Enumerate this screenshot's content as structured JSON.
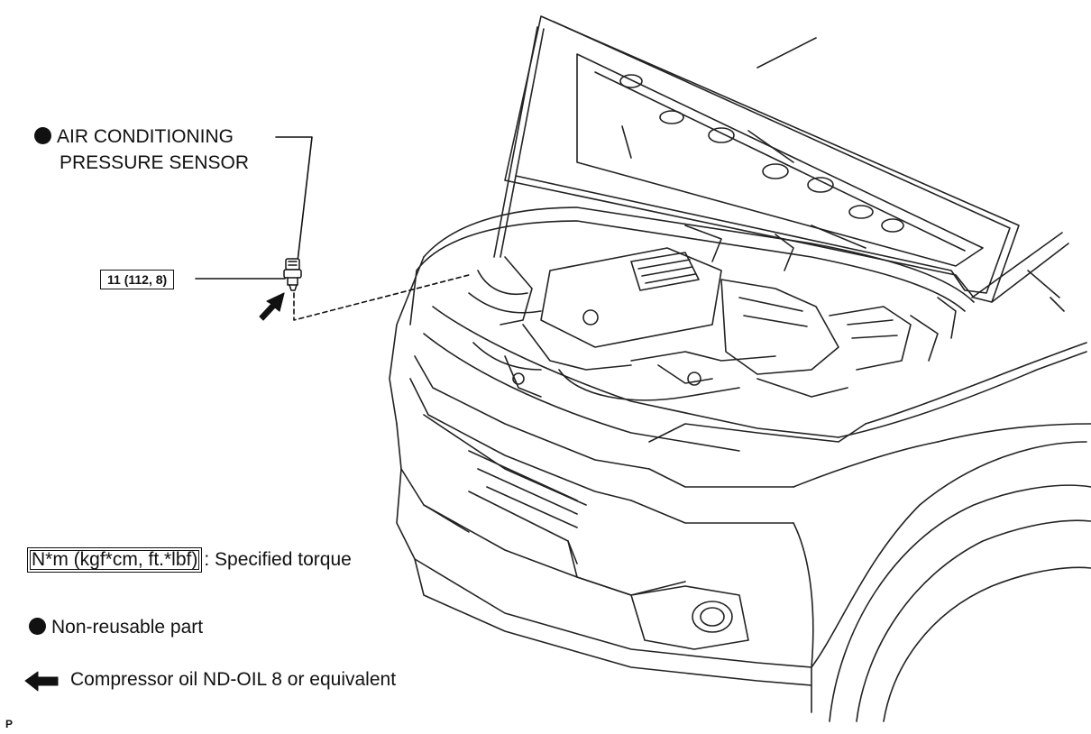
{
  "callouts": {
    "sensor_line1": "AIR CONDITIONING",
    "sensor_line2": "PRESSURE SENSOR",
    "torque_value": "11 (112, 8)"
  },
  "legend": {
    "torque_box": "N*m (kgf*cm, ft.*lbf)",
    "torque_desc": ": Specified torque",
    "nonreusable": "Non-reusable part",
    "oil": "Compressor oil ND-OIL 8 or equivalent"
  },
  "footer": {
    "letter": "P"
  },
  "icons": {
    "nonreusable_marker": "filled-circle-icon",
    "oil_marker": "arrow-left-icon",
    "oil_callout": "bold-arrow-icon"
  },
  "colors": {
    "ink": "#111111",
    "paper": "#ffffff"
  }
}
